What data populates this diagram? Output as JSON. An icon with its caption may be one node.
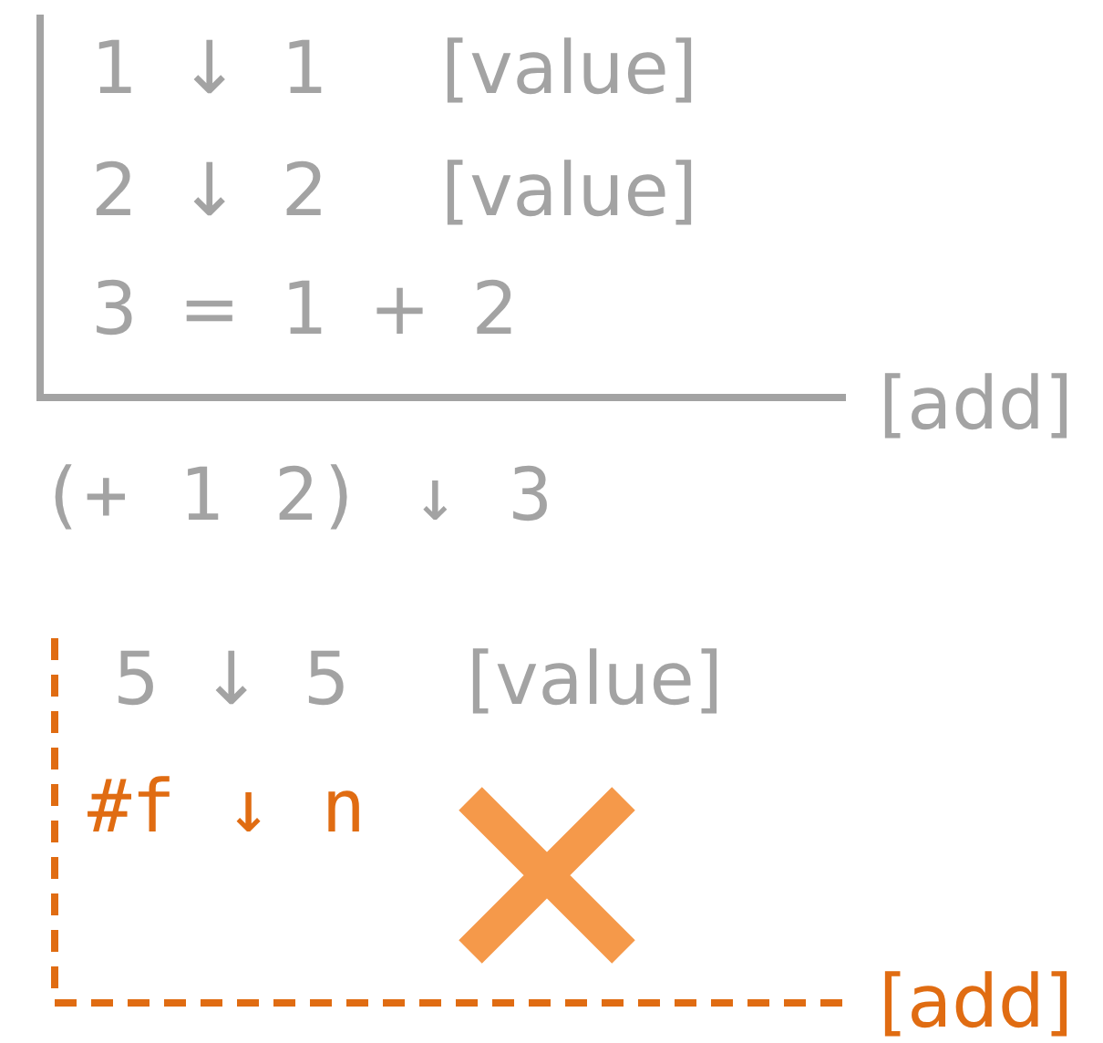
{
  "diagram": {
    "labels": [
      "1 ↓ 1",
      "[value]",
      "2 ↓ 2",
      "[value]",
      "3 = 1 + 2",
      "[add]",
      "(+ 1 2) ↓ 3",
      "5 ↓ 5",
      "[value]",
      "#f ↓ n",
      "[add]"
    ]
  }
}
